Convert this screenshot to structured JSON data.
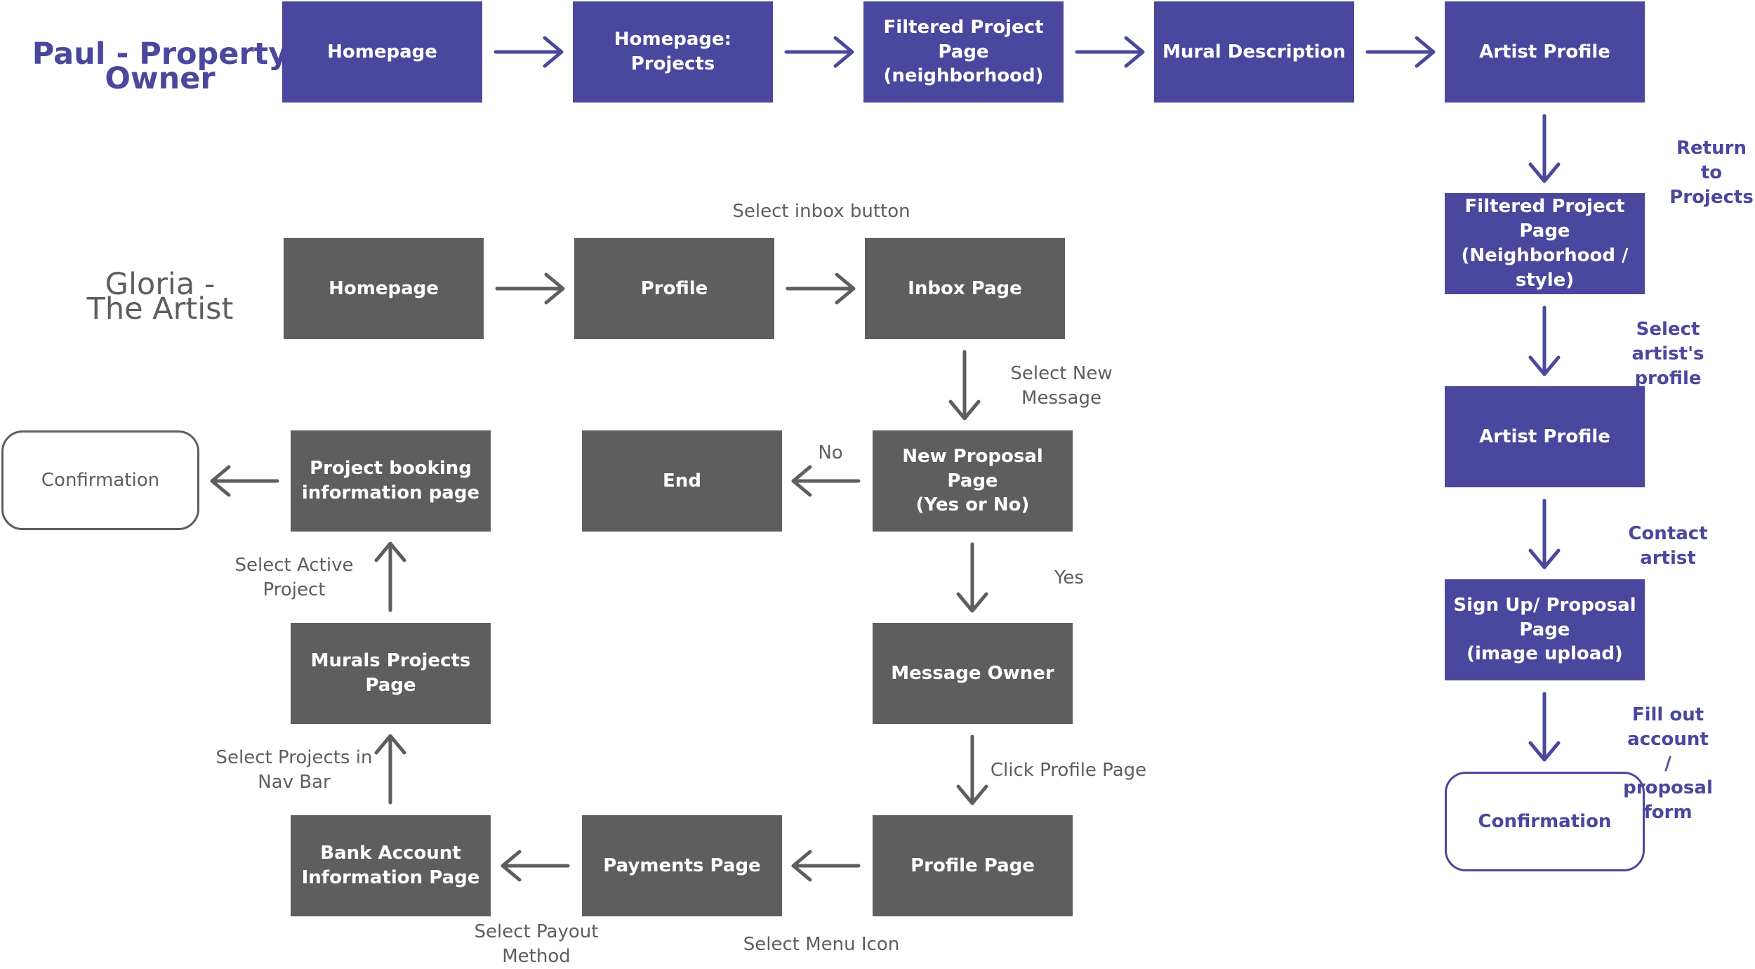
{
  "colors": {
    "purple": "#4a479e",
    "gray": "#5e5e5e"
  },
  "paul": {
    "persona": "Paul - Property\nOwner",
    "boxes": [
      "Homepage",
      "Homepage: Projects",
      "Filtered Project\nPage\n(neighborhood)",
      "Mural Description",
      "Artist Profile",
      "Filtered Project\nPage\n(Neighborhood /\nstyle)",
      "Artist Profile",
      "Sign Up/ Proposal\nPage\n(image upload)"
    ],
    "end": "Confirmation",
    "labels": [
      "Return to Projects",
      "Select artist's\nprofile",
      "Contact artist",
      "Fill out account /\nproposal form"
    ]
  },
  "gloria": {
    "persona": "Gloria -\nThe Artist",
    "boxes": [
      "Homepage",
      "Profile",
      "Inbox Page",
      "New Proposal Page\n(Yes or No)",
      "End",
      "Message Owner",
      "Profile Page",
      "Payments Page",
      "Bank Account\nInformation Page",
      "Murals Projects\nPage",
      "Project booking\ninformation page"
    ],
    "end": "Confirmation",
    "labels": [
      "Select inbox button",
      "Select New\nMessage",
      "No",
      "Yes",
      "Click Profile Page",
      "Select Menu Icon",
      "Select Payout\nMethod",
      "Select Projects in\nNav Bar",
      "Select Active\nProject"
    ]
  }
}
